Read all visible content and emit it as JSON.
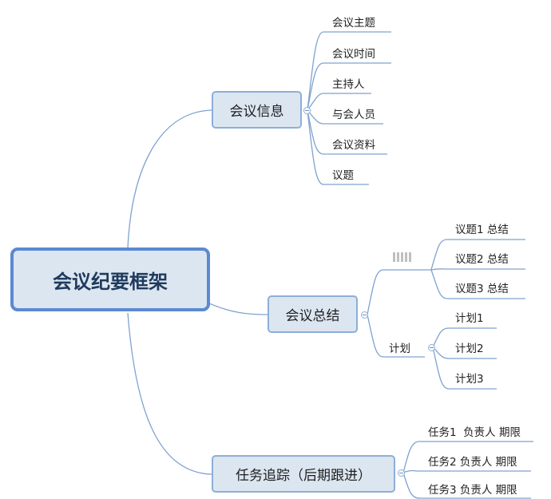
{
  "root": {
    "label": "会议纪要框架"
  },
  "branches": {
    "info": {
      "label": "会议信息",
      "items": [
        "会议主题",
        "会议时间",
        "主持人",
        "与会人员",
        "会议资料",
        "议题"
      ]
    },
    "summary": {
      "label": "会议总结",
      "topics": [
        "议题1 总结",
        "议题2 总结",
        "议题3 总结"
      ],
      "plan": {
        "label": "计划",
        "items": [
          "计划1",
          "计划2",
          "计划3"
        ]
      }
    },
    "tasks": {
      "label": "任务追踪（后期跟进）",
      "items": [
        "任务1  负责人 期限",
        "任务2 负责人 期限",
        "任务3 负责人 期限"
      ]
    }
  },
  "colors": {
    "line": "#7fa2d0",
    "node_fill": "#dce6f1",
    "node_border": "#8eaed6",
    "root_border": "#5b8ad1"
  }
}
